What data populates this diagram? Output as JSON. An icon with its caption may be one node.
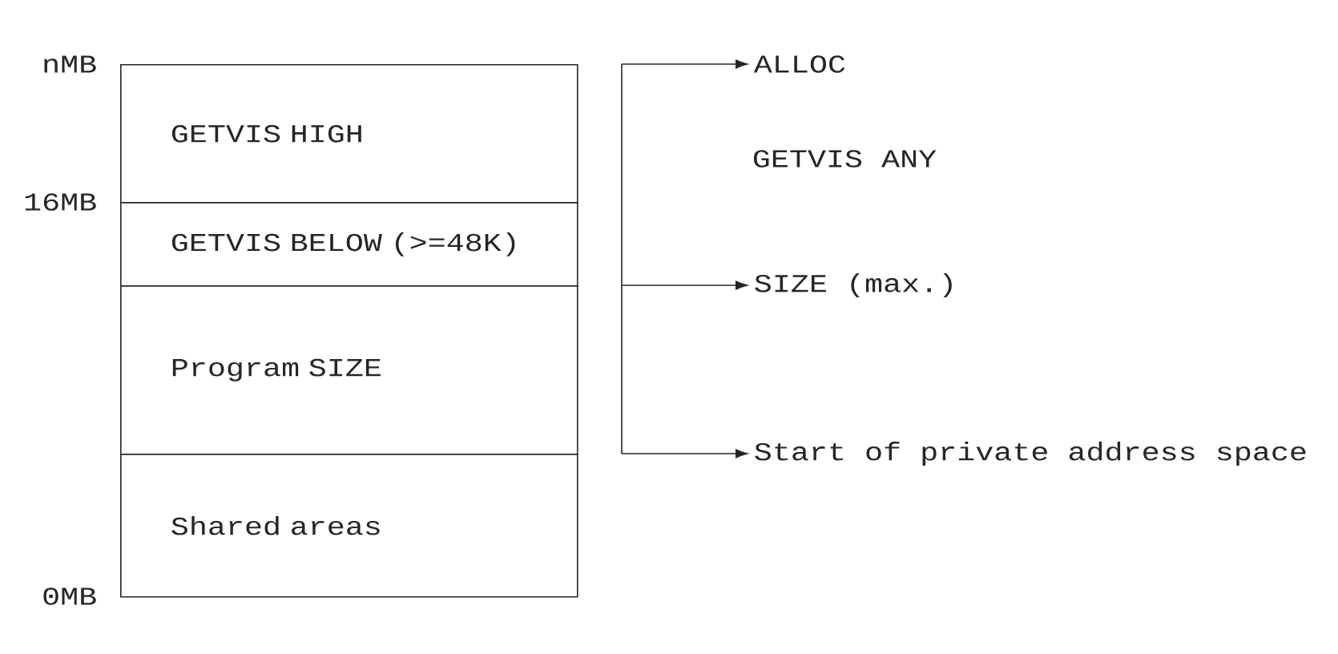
{
  "diagram": {
    "nodes": [
      {
        "text": [
          "GETVIS HIGH"
        ]
      },
      {
        "text": [
          "GETVIS BELOW (>=48K)"
        ]
      },
      {
        "text": [
          "Program SIZE"
        ]
      },
      {
        "text": [
          "Shared areas"
        ]
      },
      {
        "text": [
          "ALLOC"
        ]
      },
      {
        "text": [
          "SIZE (max.)"
        ]
      },
      {
        "text": [
          "Start of private address space"
        ]
      }
    ],
    "edges": [
      {
        "from": null,
        "to": 4,
        "arrow": "to"
      },
      {
        "from": null,
        "to": 5,
        "arrow": "to"
      },
      {
        "from": null,
        "to": 6,
        "arrow": "to"
      }
    ],
    "labels": [
      "nMB",
      "16MB",
      "0MB",
      "GETVIS ANY"
    ]
  }
}
